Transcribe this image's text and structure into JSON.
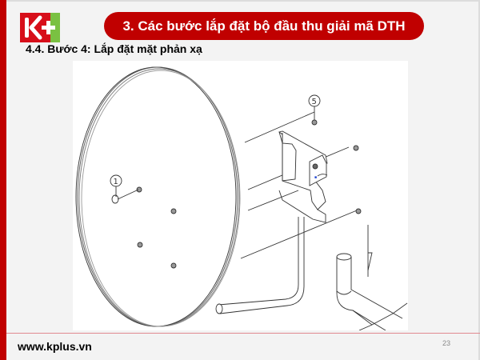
{
  "header": {
    "logo_text": "K+",
    "title": "3. Các bước lắp đặt bộ đầu thu giải mã DTH"
  },
  "section": {
    "subtitle": "4.4. Bước 4: Lắp đặt mặt phản xạ"
  },
  "figure": {
    "description": "Exploded assembly diagram: satellite dish reflector attached to mounting bracket and arm, with pole",
    "callouts": [
      "1",
      "5"
    ]
  },
  "footer": {
    "url": "www.kplus.vn",
    "page_number": "23"
  },
  "colors": {
    "brand_red": "#c00000",
    "logo_red": "#d70f1a",
    "logo_green": "#7ac142",
    "background": "#f3f3f3"
  }
}
